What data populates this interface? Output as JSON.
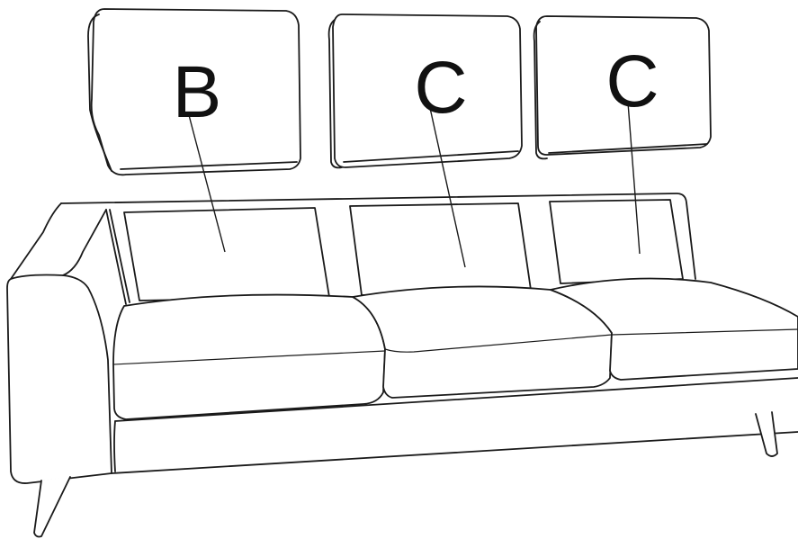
{
  "labels": {
    "cushion_1": "B",
    "cushion_2": "C",
    "cushion_3": "C"
  },
  "colors": {
    "line": "#1a1a1a",
    "background": "#ffffff"
  }
}
